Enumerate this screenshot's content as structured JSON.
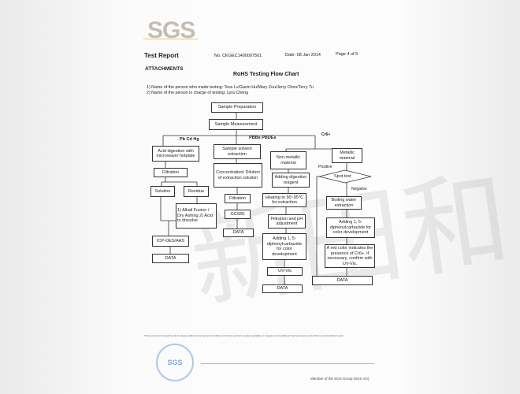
{
  "header": {
    "logo": "SGS",
    "title": "Test Report",
    "number": "No. CKGEC1400007501",
    "date": "Date: 08 Jan 2014",
    "page": "Page 4 of 5"
  },
  "section": "ATTACHMENTS",
  "chart_title": "RoHS Testing Flow Chart",
  "persons": [
    "1) Name of the person who made testing: Tess Lv/Gavin Hu/Mary Zou/Jerry Chen/Terry Tu",
    "2) Name of the person in charge of testing: Lyra Cheng"
  ],
  "flow": {
    "prep": "Sample Preparation",
    "measure": "Sample Measurement",
    "branch_labels": [
      "Pb Cd Hg",
      "PBBs PBDEs",
      "Cr6+"
    ],
    "metals": {
      "digest": "Acid digestion with microwave/ hotplate",
      "filtration": "Filtration",
      "solution": "Solution",
      "residue": "Residue",
      "alkali": "1) Alkali Fusion / Dry Ashing 2) Acid to dissolve",
      "icp": "ICP-OES/AAS",
      "data": "DATA"
    },
    "pbb": {
      "extract": "Sample solvent extraction",
      "concentrate": "Concentration/ Dilution of extraction solution",
      "filtration": "Filtration",
      "gcms": "GC/MS",
      "data": "DATA"
    },
    "cr_nonmetal": {
      "material": "Non-metallic material",
      "reagent": "Adding digestion reagent",
      "heat": "Heating to 90~95℃ for extraction",
      "filter": "Filtration and pH adjustment",
      "dpc": "Adding 1, 5-diphenylcarbazide for color development",
      "uv": "UV-Vis",
      "data": "DATA"
    },
    "cr_metal": {
      "material": "Metallic material",
      "spot": "Spot test",
      "positive": "Positive",
      "negative": "Negative",
      "boil": "Boiling water extraction",
      "dpc": "Adding 1, 5-diphenylcarbazide for color development",
      "red": "A red color indicates the presence of Cr6+. If necessary, confirm with UV-Vis.",
      "data": "DATA"
    }
  },
  "watermark": "新田和",
  "footer": {
    "disclaimer": "This document is issued by the Company subject to its General Conditions of Service printed overleaf, available on request or accessible at http://www.sgs.com/en/Terms-and-Conditions.aspx ...",
    "stamp": "SGS",
    "member": "Member of the SGS Group (SGS SA)"
  }
}
